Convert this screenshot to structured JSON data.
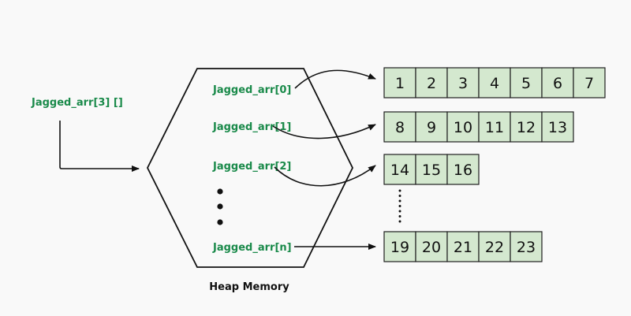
{
  "background": "#f9f9f9",
  "colors": {
    "label_green": "#1a8a4a",
    "cell_fill": "#d4e8cf",
    "line": "#111111"
  },
  "jagged_decl": "Jagged_arr[3] []",
  "heap_caption": "Heap Memory",
  "refs": [
    {
      "label": "Jagged_arr[0]"
    },
    {
      "label": "Jagged_arr[1]"
    },
    {
      "label": "Jagged_arr[2]"
    },
    {
      "label": "Jagged_arr[n]"
    }
  ],
  "arrays": [
    {
      "values": [
        "1",
        "2",
        "3",
        "4",
        "5",
        "6",
        "7"
      ]
    },
    {
      "values": [
        "8",
        "9",
        "10",
        "11",
        "12",
        "13"
      ]
    },
    {
      "values": [
        "14",
        "15",
        "16"
      ]
    },
    {
      "values": [
        "19",
        "20",
        "21",
        "22",
        "23"
      ]
    }
  ]
}
